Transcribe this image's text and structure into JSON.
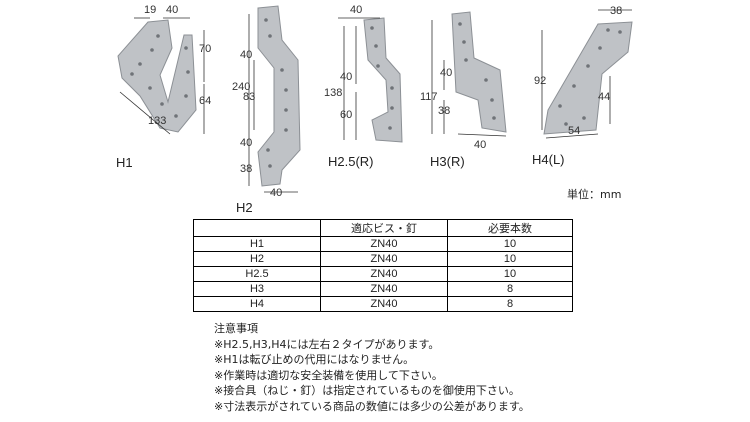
{
  "figures": [
    {
      "label": "H1",
      "dims": [
        "19",
        "40",
        "70",
        "64",
        "133"
      ]
    },
    {
      "label": "H2",
      "dims": [
        "40",
        "240",
        "83",
        "40",
        "38",
        "40"
      ]
    },
    {
      "label": "H2.5(R)",
      "dims": [
        "40",
        "40",
        "138",
        "60"
      ]
    },
    {
      "label": "H3(R)",
      "dims": [
        "40",
        "117",
        "38",
        "40"
      ]
    },
    {
      "label": "H4(L)",
      "dims": [
        "38",
        "92",
        "44",
        "54"
      ]
    }
  ],
  "unit_label": "単位：mm",
  "table": {
    "headers": [
      "",
      "適応ビス・釘",
      "必要本数"
    ],
    "rows": [
      [
        "H1",
        "ZN40",
        "10"
      ],
      [
        "H2",
        "ZN40",
        "10"
      ],
      [
        "H2.5",
        "ZN40",
        "10"
      ],
      [
        "H3",
        "ZN40",
        "8"
      ],
      [
        "H4",
        "ZN40",
        "8"
      ]
    ]
  },
  "notes": {
    "title": "注意事項",
    "items": [
      "※H2.5,H3,H4には左右２タイプがあります。",
      "※H1は転び止めの代用にはなりません。",
      "※作業時は適切な安全装備を使用して下さい。",
      "※接合具（ねじ・釘）は指定されているものを御使用下さい。",
      "※寸法表示がされている商品の数値には多少の公差があります。"
    ]
  },
  "colors": {
    "metal": "#bfc2c6",
    "metal_edge": "#8c9095",
    "hole": "#6f7378",
    "line": "#333333"
  }
}
